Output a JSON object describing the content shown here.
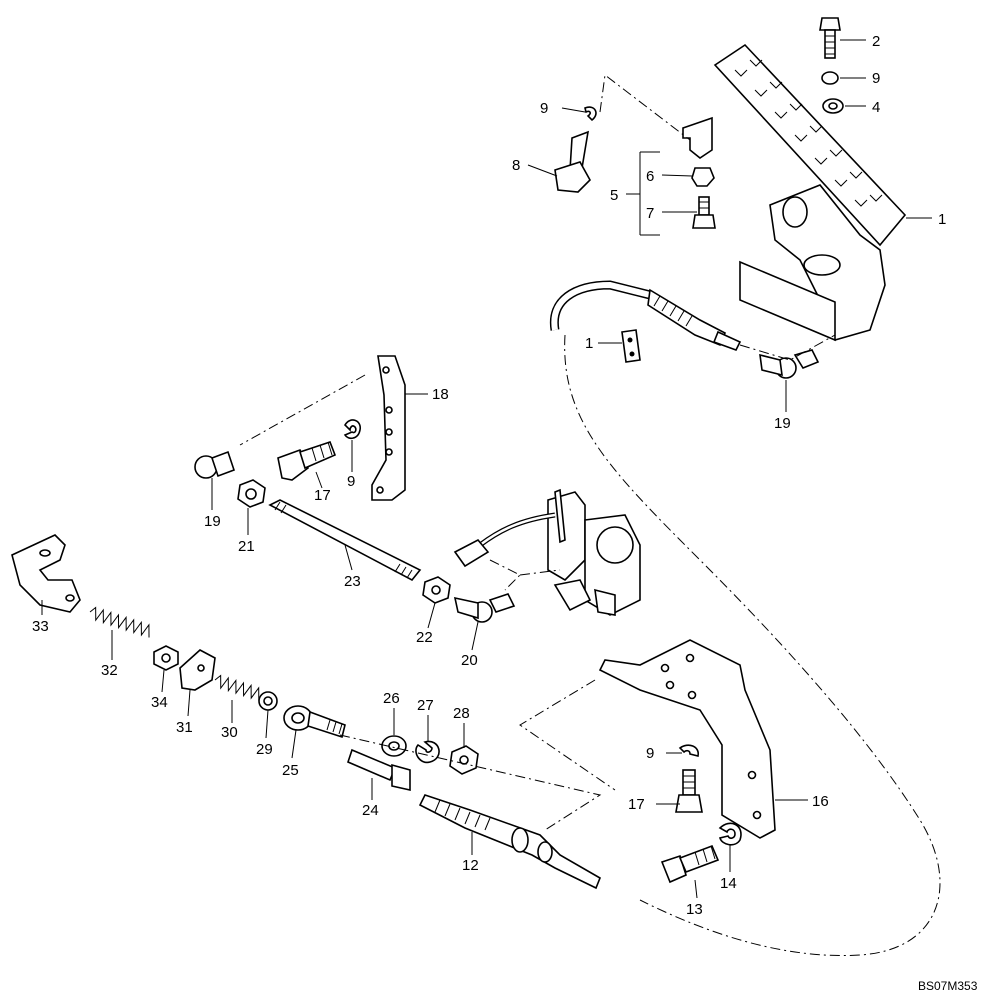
{
  "diagram": {
    "reference_code": "BS07M353",
    "callouts": {
      "c1a": "1",
      "c1b": "1",
      "c2": "2",
      "c4": "4",
      "c5": "5",
      "c6": "6",
      "c7": "7",
      "c8": "8",
      "c9a": "9",
      "c9b": "9",
      "c9c": "9",
      "c9d": "9",
      "c12": "12",
      "c13": "13",
      "c14": "14",
      "c16": "16",
      "c17a": "17",
      "c17b": "17",
      "c18": "18",
      "c19a": "19",
      "c19b": "19",
      "c20": "20",
      "c21": "21",
      "c22": "22",
      "c23": "23",
      "c24": "24",
      "c25": "25",
      "c26": "26",
      "c27": "27",
      "c28": "28",
      "c29": "29",
      "c30": "30",
      "c31": "31",
      "c32": "32",
      "c33": "33",
      "c34": "34"
    }
  }
}
